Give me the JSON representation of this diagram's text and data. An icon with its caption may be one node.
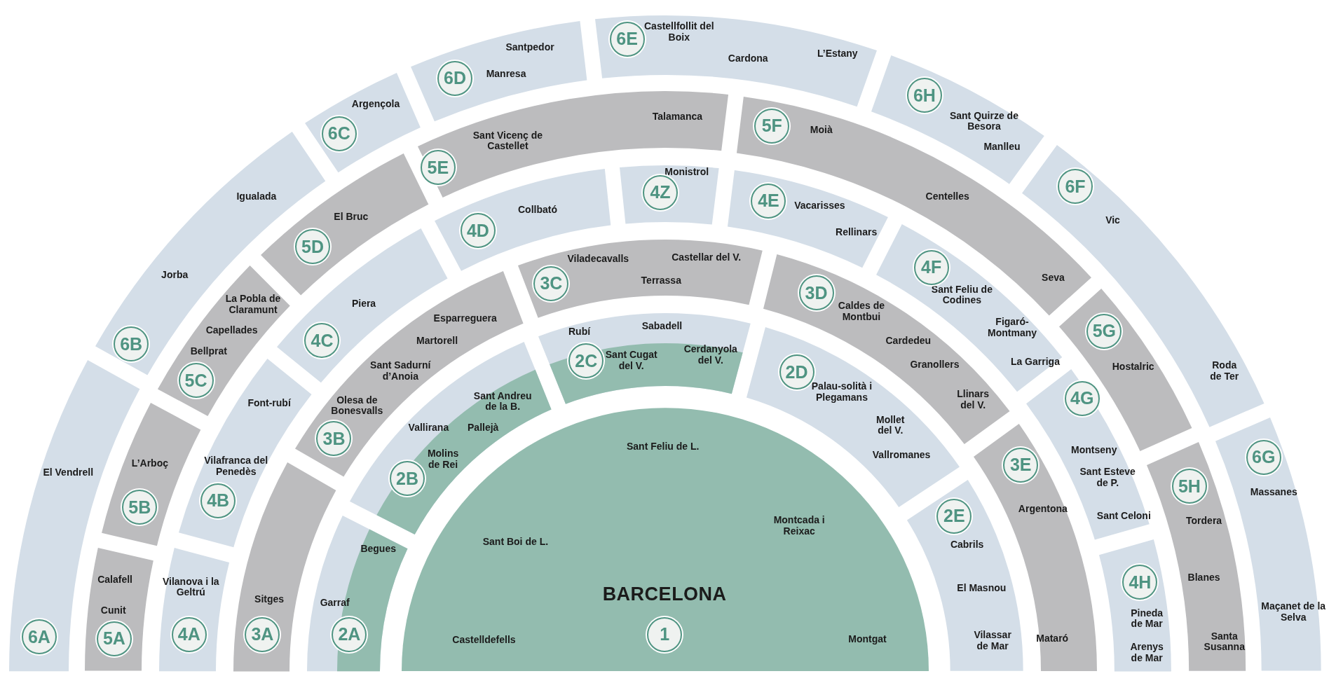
{
  "diagram": {
    "nodes": [
      {
        "text": [
          "BARCELONA",
          "Sant Feliu de L.",
          "Montcada i Reixac",
          "Sant Boi de L.",
          "Castelldefells",
          "Montgat"
        ]
      },
      {
        "text": [
          "1"
        ],
        "in": 0
      },
      {
        "text": [
          "Begues",
          "Garraf"
        ]
      },
      {
        "text": [
          "2A"
        ],
        "in": 2
      },
      {
        "text": [
          "Sant Andreu de la B.",
          "Vallirana",
          "Pallejà",
          "Molins de Rei"
        ]
      },
      {
        "text": [
          "2B"
        ],
        "in": 4
      },
      {
        "text": [
          "Rubí",
          "Sabadell",
          "Sant Cugat del V.",
          "Cerdanyola del V."
        ]
      },
      {
        "text": [
          "2C"
        ],
        "in": 6
      },
      {
        "text": [
          "Palau-solità i Plegamans",
          "Mollet del V.",
          "Vallromanes"
        ]
      },
      {
        "text": [
          "2D"
        ],
        "in": 8
      },
      {
        "text": [
          "Cabrils",
          "El Masnou",
          "Vilassar de Mar"
        ]
      },
      {
        "text": [
          "2E"
        ],
        "in": 10
      },
      {
        "text": [
          "Sitges"
        ]
      },
      {
        "text": [
          "3A"
        ],
        "in": 12
      },
      {
        "text": [
          "Esparreguera",
          "Martorell",
          "Sant Sadurní d’Anoia",
          "Olesa de Bonesvalls"
        ]
      },
      {
        "text": [
          "3B"
        ],
        "in": 14
      },
      {
        "text": [
          "Viladecavalls",
          "Castellar del V.",
          "Terrassa"
        ]
      },
      {
        "text": [
          "3C"
        ],
        "in": 16
      },
      {
        "text": [
          "Caldes de Montbui",
          "Cardedeu",
          "Granollers",
          "Llinars del V."
        ]
      },
      {
        "text": [
          "3D"
        ],
        "in": 18
      },
      {
        "text": [
          "Argentona",
          "Mataró"
        ]
      },
      {
        "text": [
          "3E"
        ],
        "in": 20
      },
      {
        "text": [
          "Vilanova i la Geltrú"
        ]
      },
      {
        "text": [
          "4A"
        ],
        "in": 22
      },
      {
        "text": [
          "Font-rubí",
          "Vilafranca del Penedès"
        ]
      },
      {
        "text": [
          "4B"
        ],
        "in": 24
      },
      {
        "text": [
          "Piera"
        ]
      },
      {
        "text": [
          "4C"
        ],
        "in": 26
      },
      {
        "text": [
          "Collbató"
        ]
      },
      {
        "text": [
          "4D"
        ],
        "in": 28
      },
      {
        "text": [
          "Monistrol"
        ]
      },
      {
        "text": [
          "4Z"
        ],
        "in": 30
      },
      {
        "text": [
          "Vacarisses",
          "Rellinars"
        ]
      },
      {
        "text": [
          "4E"
        ],
        "in": 32
      },
      {
        "text": [
          "Sant Feliu de Codines",
          "Figaró-Montmany",
          "La Garriga"
        ]
      },
      {
        "text": [
          "4F"
        ],
        "in": 34
      },
      {
        "text": [
          "Montseny",
          "Sant Esteve de P.",
          "Sant Celoni"
        ]
      },
      {
        "text": [
          "4G"
        ],
        "in": 36
      },
      {
        "text": [
          "Pineda de Mar",
          "Arenys de Mar"
        ]
      },
      {
        "text": [
          "4H"
        ],
        "in": 38
      },
      {
        "text": [
          "Calafell",
          "Cunit"
        ]
      },
      {
        "text": [
          "5A"
        ],
        "in": 40
      },
      {
        "text": [
          "L’Arboç"
        ]
      },
      {
        "text": [
          "5B"
        ],
        "in": 42
      },
      {
        "text": [
          "La Pobla de Claramunt",
          "Capellades",
          "Bellprat"
        ]
      },
      {
        "text": [
          "5C"
        ],
        "in": 44
      },
      {
        "text": [
          "El Bruc"
        ]
      },
      {
        "text": [
          "5D"
        ],
        "in": 46
      },
      {
        "text": [
          "Talamanca",
          "Sant Vicenç de Castellet"
        ]
      },
      {
        "text": [
          "5E"
        ],
        "in": 48
      },
      {
        "text": [
          "Moià",
          "Centelles",
          "Seva"
        ]
      },
      {
        "text": [
          "5F"
        ],
        "in": 50
      },
      {
        "text": [
          "Hostalric"
        ]
      },
      {
        "text": [
          "5G"
        ],
        "in": 52
      },
      {
        "text": [
          "Tordera",
          "Blanes",
          "Santa Susanna"
        ]
      },
      {
        "text": [
          "5H"
        ],
        "in": 54
      },
      {
        "text": [
          "El Vendrell"
        ]
      },
      {
        "text": [
          "6A"
        ],
        "in": 56
      },
      {
        "text": [
          "Igualada",
          "Jorba"
        ]
      },
      {
        "text": [
          "6B"
        ],
        "in": 58
      },
      {
        "text": [
          "Argençola"
        ]
      },
      {
        "text": [
          "6C"
        ],
        "in": 60
      },
      {
        "text": [
          "Santpedor",
          "Manresa"
        ]
      },
      {
        "text": [
          "6D"
        ],
        "in": 62
      },
      {
        "text": [
          "Castellfollit del Boix",
          "Cardona",
          "L’Estany"
        ]
      },
      {
        "text": [
          "6E"
        ],
        "in": 64
      },
      {
        "text": [
          "Sant Quirze de Besora",
          "Manlleu"
        ]
      },
      {
        "text": [
          "6H"
        ],
        "in": 66
      },
      {
        "text": [
          "Vic",
          "Roda de Ter"
        ]
      },
      {
        "text": [
          "6F"
        ],
        "in": 68
      },
      {
        "text": [
          "Massanes",
          "Maçanet de la Selva"
        ]
      },
      {
        "text": [
          "6G"
        ],
        "in": 70
      }
    ]
  }
}
